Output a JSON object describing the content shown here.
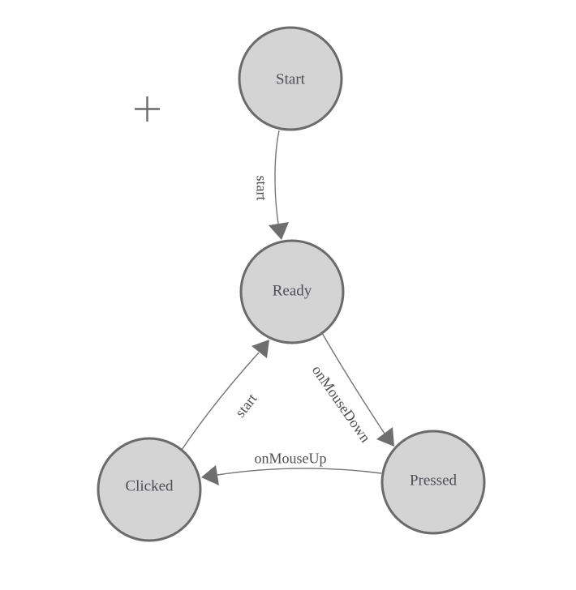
{
  "diagram": {
    "type": "state-machine",
    "background": "#ffffff",
    "colors": {
      "node_fill": "#d4d4d4",
      "node_stroke": "#6b6b6b",
      "edge_line": "#757575",
      "arrowhead": "#6e6e6e",
      "label_text": "#4e4e55"
    },
    "cursor_icon": "crosshair-plus",
    "nodes": [
      {
        "id": "start",
        "label": "Start"
      },
      {
        "id": "ready",
        "label": "Ready"
      },
      {
        "id": "clicked",
        "label": "Clicked"
      },
      {
        "id": "pressed",
        "label": "Pressed"
      }
    ],
    "edges": [
      {
        "from": "start",
        "to": "ready",
        "label": "start"
      },
      {
        "from": "clicked",
        "to": "ready",
        "label": "start"
      },
      {
        "from": "ready",
        "to": "pressed",
        "label": "onMouseDown"
      },
      {
        "from": "pressed",
        "to": "clicked",
        "label": "onMouseUp"
      }
    ]
  }
}
